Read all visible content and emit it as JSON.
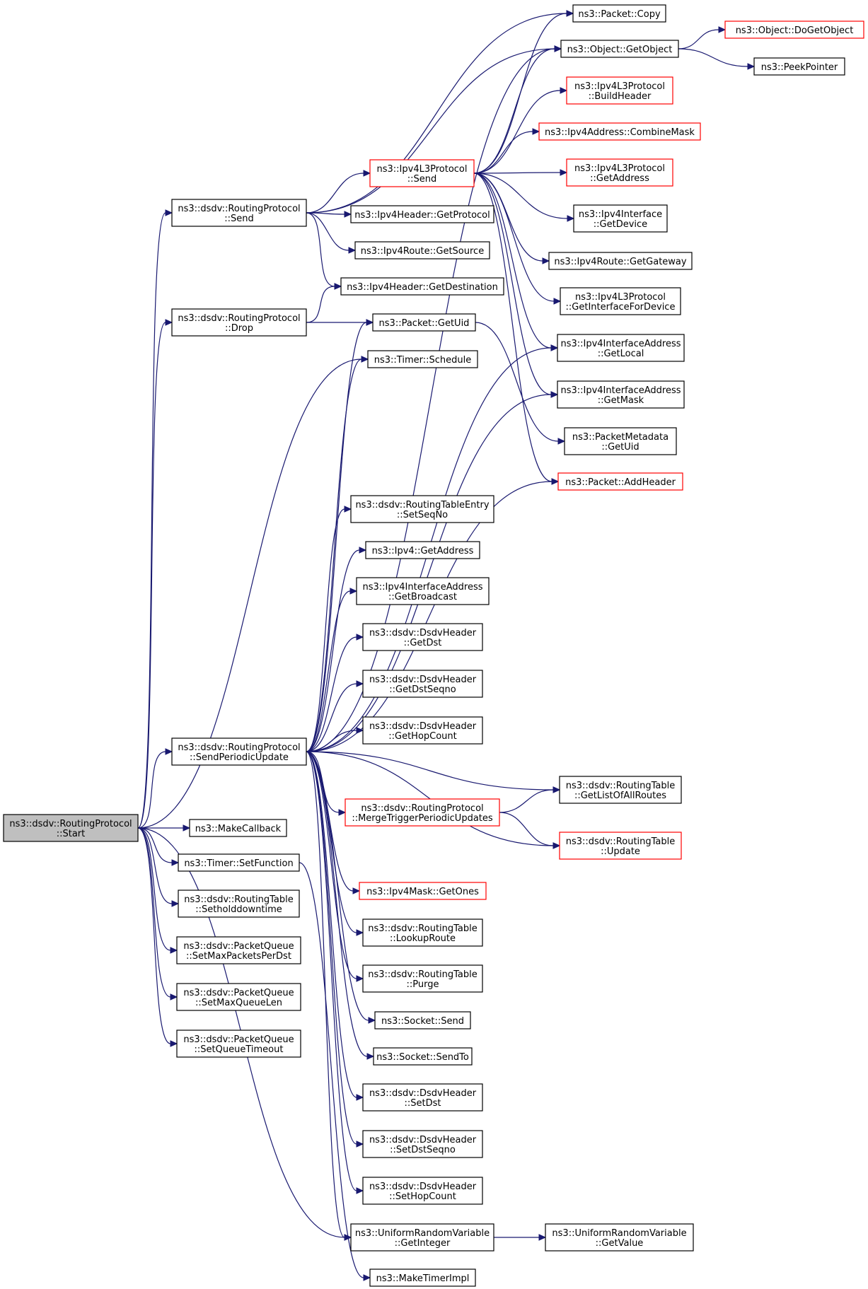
{
  "nodes": [
    {
      "id": "start",
      "lines": [
        "ns3::dsdv::RoutingProtocol",
        "::Start"
      ],
      "style": "root",
      "interactable": true
    },
    {
      "id": "rp_send",
      "lines": [
        "ns3::dsdv::RoutingProtocol",
        "::Send"
      ],
      "style": "normal",
      "interactable": true
    },
    {
      "id": "rp_drop",
      "lines": [
        "ns3::dsdv::RoutingProtocol",
        "::Drop"
      ],
      "style": "normal",
      "interactable": true
    },
    {
      "id": "rp_spu",
      "lines": [
        "ns3::dsdv::RoutingProtocol",
        "::SendPeriodicUpdate"
      ],
      "style": "normal",
      "interactable": true
    },
    {
      "id": "makecallback",
      "lines": [
        "ns3::MakeCallback"
      ],
      "style": "normal",
      "interactable": true
    },
    {
      "id": "timer_setfunction",
      "lines": [
        "ns3::Timer::SetFunction"
      ],
      "style": "normal",
      "interactable": true
    },
    {
      "id": "rt_setholddown",
      "lines": [
        "ns3::dsdv::RoutingTable",
        "::Setholddowntime"
      ],
      "style": "normal",
      "interactable": true
    },
    {
      "id": "pq_setmaxpkts",
      "lines": [
        "ns3::dsdv::PacketQueue",
        "::SetMaxPacketsPerDst"
      ],
      "style": "normal",
      "interactable": true
    },
    {
      "id": "pq_setmaxlen",
      "lines": [
        "ns3::dsdv::PacketQueue",
        "::SetMaxQueueLen"
      ],
      "style": "normal",
      "interactable": true
    },
    {
      "id": "pq_settimeout",
      "lines": [
        "ns3::dsdv::PacketQueue",
        "::SetQueueTimeout"
      ],
      "style": "normal",
      "interactable": true
    },
    {
      "id": "ipv4l3_send",
      "lines": [
        "ns3::Ipv4L3Protocol",
        "::Send"
      ],
      "style": "red",
      "interactable": true
    },
    {
      "id": "ipv4h_getprotocol",
      "lines": [
        "ns3::Ipv4Header::GetProtocol"
      ],
      "style": "normal",
      "interactable": true
    },
    {
      "id": "ipv4route_getsource",
      "lines": [
        "ns3::Ipv4Route::GetSource"
      ],
      "style": "normal",
      "interactable": true
    },
    {
      "id": "ipv4h_getdest",
      "lines": [
        "ns3::Ipv4Header::GetDestination"
      ],
      "style": "normal",
      "interactable": true
    },
    {
      "id": "packet_getuid",
      "lines": [
        "ns3::Packet::GetUid"
      ],
      "style": "normal",
      "interactable": true
    },
    {
      "id": "timer_schedule",
      "lines": [
        "ns3::Timer::Schedule"
      ],
      "style": "normal",
      "interactable": true
    },
    {
      "id": "rte_setseqno",
      "lines": [
        "ns3::dsdv::RoutingTableEntry",
        "::SetSeqNo"
      ],
      "style": "normal",
      "interactable": true
    },
    {
      "id": "ipv4_getaddress",
      "lines": [
        "ns3::Ipv4::GetAddress"
      ],
      "style": "normal",
      "interactable": true
    },
    {
      "id": "ipv4ia_getbroadcast",
      "lines": [
        "ns3::Ipv4InterfaceAddress",
        "::GetBroadcast"
      ],
      "style": "normal",
      "interactable": true
    },
    {
      "id": "dh_getdst",
      "lines": [
        "ns3::dsdv::DsdvHeader",
        "::GetDst"
      ],
      "style": "normal",
      "interactable": true
    },
    {
      "id": "dh_getdstseqno",
      "lines": [
        "ns3::dsdv::DsdvHeader",
        "::GetDstSeqno"
      ],
      "style": "normal",
      "interactable": true
    },
    {
      "id": "dh_gethopcount",
      "lines": [
        "ns3::dsdv::DsdvHeader",
        "::GetHopCount"
      ],
      "style": "normal",
      "interactable": true
    },
    {
      "id": "rp_mergetrigger",
      "lines": [
        "ns3::dsdv::RoutingProtocol",
        "::MergeTriggerPeriodicUpdates"
      ],
      "style": "red",
      "interactable": true
    },
    {
      "id": "ipv4mask_getones",
      "lines": [
        "ns3::Ipv4Mask::GetOnes"
      ],
      "style": "red",
      "interactable": true
    },
    {
      "id": "rt_lookuproute",
      "lines": [
        "ns3::dsdv::RoutingTable",
        "::LookupRoute"
      ],
      "style": "normal",
      "interactable": true
    },
    {
      "id": "rt_purge",
      "lines": [
        "ns3::dsdv::RoutingTable",
        "::Purge"
      ],
      "style": "normal",
      "interactable": true
    },
    {
      "id": "socket_send",
      "lines": [
        "ns3::Socket::Send"
      ],
      "style": "normal",
      "interactable": true
    },
    {
      "id": "socket_sendto",
      "lines": [
        "ns3::Socket::SendTo"
      ],
      "style": "normal",
      "interactable": true
    },
    {
      "id": "dh_setdst",
      "lines": [
        "ns3::dsdv::DsdvHeader",
        "::SetDst"
      ],
      "style": "normal",
      "interactable": true
    },
    {
      "id": "dh_setdstseqno",
      "lines": [
        "ns3::dsdv::DsdvHeader",
        "::SetDstSeqno"
      ],
      "style": "normal",
      "interactable": true
    },
    {
      "id": "dh_sethopcount",
      "lines": [
        "ns3::dsdv::DsdvHeader",
        "::SetHopCount"
      ],
      "style": "normal",
      "interactable": true
    },
    {
      "id": "urv_getinteger",
      "lines": [
        "ns3::UniformRandomVariable",
        "::GetInteger"
      ],
      "style": "normal",
      "interactable": true
    },
    {
      "id": "maketimerimpl",
      "lines": [
        "ns3::MakeTimerImpl"
      ],
      "style": "normal",
      "interactable": true
    },
    {
      "id": "packet_copy",
      "lines": [
        "ns3::Packet::Copy"
      ],
      "style": "normal",
      "interactable": true
    },
    {
      "id": "object_getobject",
      "lines": [
        "ns3::Object::GetObject"
      ],
      "style": "normal",
      "interactable": true
    },
    {
      "id": "ipv4l3_buildheader",
      "lines": [
        "ns3::Ipv4L3Protocol",
        "::BuildHeader"
      ],
      "style": "red",
      "interactable": true
    },
    {
      "id": "ipv4addr_combinemask",
      "lines": [
        "ns3::Ipv4Address::CombineMask"
      ],
      "style": "red",
      "interactable": true
    },
    {
      "id": "ipv4l3_getaddress",
      "lines": [
        "ns3::Ipv4L3Protocol",
        "::GetAddress"
      ],
      "style": "red",
      "interactable": true
    },
    {
      "id": "ipv4if_getdevice",
      "lines": [
        "ns3::Ipv4Interface",
        "::GetDevice"
      ],
      "style": "normal",
      "interactable": true
    },
    {
      "id": "ipv4route_getgateway",
      "lines": [
        "ns3::Ipv4Route::GetGateway"
      ],
      "style": "normal",
      "interactable": true
    },
    {
      "id": "ipv4l3_getiffordevice",
      "lines": [
        "ns3::Ipv4L3Protocol",
        "::GetInterfaceForDevice"
      ],
      "style": "normal",
      "interactable": true
    },
    {
      "id": "ipv4ia_getlocal",
      "lines": [
        "ns3::Ipv4InterfaceAddress",
        "::GetLocal"
      ],
      "style": "normal",
      "interactable": true
    },
    {
      "id": "ipv4ia_getmask",
      "lines": [
        "ns3::Ipv4InterfaceAddress",
        "::GetMask"
      ],
      "style": "normal",
      "interactable": true
    },
    {
      "id": "pm_getuid",
      "lines": [
        "ns3::PacketMetadata",
        "::GetUid"
      ],
      "style": "normal",
      "interactable": true
    },
    {
      "id": "packet_addheader",
      "lines": [
        "ns3::Packet::AddHeader"
      ],
      "style": "red",
      "interactable": true
    },
    {
      "id": "rt_getlistofallroutes",
      "lines": [
        "ns3::dsdv::RoutingTable",
        "::GetListOfAllRoutes"
      ],
      "style": "normal",
      "interactable": true
    },
    {
      "id": "rt_update",
      "lines": [
        "ns3::dsdv::RoutingTable",
        "::Update"
      ],
      "style": "red",
      "interactable": true
    },
    {
      "id": "urv_getvalue",
      "lines": [
        "ns3::UniformRandomVariable",
        "::GetValue"
      ],
      "style": "normal",
      "interactable": true
    },
    {
      "id": "object_dogetobject",
      "lines": [
        "ns3::Object::DoGetObject"
      ],
      "style": "red",
      "interactable": true
    },
    {
      "id": "peekpointer",
      "lines": [
        "ns3::PeekPointer"
      ],
      "style": "normal",
      "interactable": true
    }
  ],
  "edges": [
    {
      "from": "start",
      "to": "rp_send"
    },
    {
      "from": "start",
      "to": "rp_drop"
    },
    {
      "from": "start",
      "to": "rp_spu"
    },
    {
      "from": "start",
      "to": "makecallback"
    },
    {
      "from": "start",
      "to": "timer_setfunction"
    },
    {
      "from": "start",
      "to": "rt_setholddown"
    },
    {
      "from": "start",
      "to": "pq_setmaxpkts"
    },
    {
      "from": "start",
      "to": "pq_setmaxlen"
    },
    {
      "from": "start",
      "to": "pq_settimeout"
    },
    {
      "from": "start",
      "to": "timer_schedule"
    },
    {
      "from": "start",
      "to": "urv_getinteger"
    },
    {
      "from": "rp_send",
      "to": "ipv4l3_send"
    },
    {
      "from": "rp_send",
      "to": "ipv4h_getprotocol"
    },
    {
      "from": "rp_send",
      "to": "ipv4route_getsource"
    },
    {
      "from": "rp_send",
      "to": "ipv4h_getdest"
    },
    {
      "from": "rp_send",
      "to": "packet_copy"
    },
    {
      "from": "rp_send",
      "to": "object_getobject"
    },
    {
      "from": "rp_drop",
      "to": "ipv4h_getdest"
    },
    {
      "from": "rp_drop",
      "to": "packet_getuid"
    },
    {
      "from": "rp_spu",
      "to": "packet_getuid"
    },
    {
      "from": "rp_spu",
      "to": "timer_schedule"
    },
    {
      "from": "rp_spu",
      "to": "ipv4ia_getlocal"
    },
    {
      "from": "rp_spu",
      "to": "ipv4ia_getmask"
    },
    {
      "from": "rp_spu",
      "to": "packet_addheader"
    },
    {
      "from": "rp_spu",
      "to": "rte_setseqno"
    },
    {
      "from": "rp_spu",
      "to": "ipv4_getaddress"
    },
    {
      "from": "rp_spu",
      "to": "ipv4ia_getbroadcast"
    },
    {
      "from": "rp_spu",
      "to": "dh_getdst"
    },
    {
      "from": "rp_spu",
      "to": "dh_getdstseqno"
    },
    {
      "from": "rp_spu",
      "to": "dh_gethopcount"
    },
    {
      "from": "rp_spu",
      "to": "rt_getlistofallroutes"
    },
    {
      "from": "rp_spu",
      "to": "rp_mergetrigger"
    },
    {
      "from": "rp_spu",
      "to": "rt_update"
    },
    {
      "from": "rp_spu",
      "to": "ipv4mask_getones"
    },
    {
      "from": "rp_spu",
      "to": "rt_lookuproute"
    },
    {
      "from": "rp_spu",
      "to": "rt_purge"
    },
    {
      "from": "rp_spu",
      "to": "socket_send"
    },
    {
      "from": "rp_spu",
      "to": "socket_sendto"
    },
    {
      "from": "rp_spu",
      "to": "dh_setdst"
    },
    {
      "from": "rp_spu",
      "to": "dh_setdstseqno"
    },
    {
      "from": "rp_spu",
      "to": "dh_sethopcount"
    },
    {
      "from": "rp_spu",
      "to": "urv_getinteger"
    },
    {
      "from": "rp_spu",
      "to": "object_getobject"
    },
    {
      "from": "timer_setfunction",
      "to": "maketimerimpl"
    },
    {
      "from": "rp_mergetrigger",
      "to": "rt_getlistofallroutes"
    },
    {
      "from": "rp_mergetrigger",
      "to": "rt_update"
    },
    {
      "from": "urv_getinteger",
      "to": "urv_getvalue"
    },
    {
      "from": "ipv4l3_send",
      "to": "packet_copy"
    },
    {
      "from": "ipv4l3_send",
      "to": "object_getobject"
    },
    {
      "from": "ipv4l3_send",
      "to": "ipv4l3_buildheader"
    },
    {
      "from": "ipv4l3_send",
      "to": "ipv4addr_combinemask"
    },
    {
      "from": "ipv4l3_send",
      "to": "ipv4l3_getaddress"
    },
    {
      "from": "ipv4l3_send",
      "to": "ipv4if_getdevice"
    },
    {
      "from": "ipv4l3_send",
      "to": "ipv4route_getgateway"
    },
    {
      "from": "ipv4l3_send",
      "to": "ipv4l3_getiffordevice"
    },
    {
      "from": "ipv4l3_send",
      "to": "ipv4ia_getlocal"
    },
    {
      "from": "ipv4l3_send",
      "to": "ipv4ia_getmask"
    },
    {
      "from": "ipv4l3_send",
      "to": "packet_addheader"
    },
    {
      "from": "packet_getuid",
      "to": "pm_getuid"
    },
    {
      "from": "object_getobject",
      "to": "object_dogetobject"
    },
    {
      "from": "object_getobject",
      "to": "peekpointer"
    }
  ]
}
